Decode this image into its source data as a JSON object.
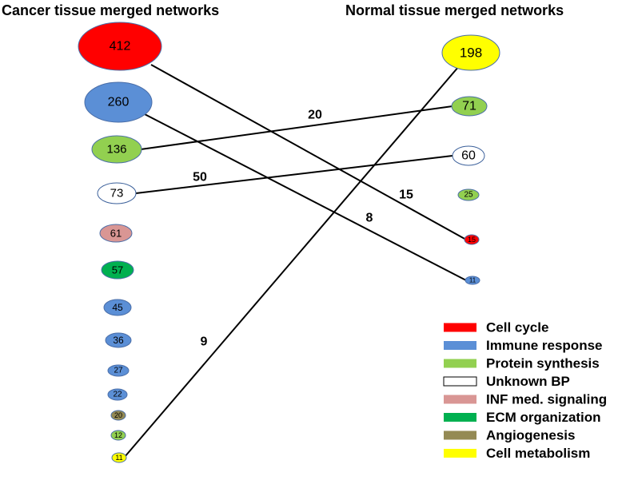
{
  "titles": {
    "cancer": "Cancer tissue merged networks",
    "normal": "Normal tissue merged networks"
  },
  "categories": [
    {
      "id": "cell_cycle",
      "label": "Cell cycle",
      "color": "#ff0000"
    },
    {
      "id": "immune",
      "label": "Immune response",
      "color": "#5b8fd6"
    },
    {
      "id": "protein",
      "label": "Protein synthesis",
      "color": "#92d050"
    },
    {
      "id": "unknown",
      "label": "Unknown BP",
      "color": "#ffffff"
    },
    {
      "id": "inf",
      "label": "INF med. signaling",
      "color": "#d99694"
    },
    {
      "id": "ecm",
      "label": "ECM organization",
      "color": "#00b050"
    },
    {
      "id": "angio",
      "label": "Angiogenesis",
      "color": "#948a54"
    },
    {
      "id": "metab",
      "label": "Cell metabolism",
      "color": "#ffff00"
    }
  ],
  "cancer_nodes": [
    {
      "id": "c412",
      "value": "412",
      "category": "cell_cycle"
    },
    {
      "id": "c260",
      "value": "260",
      "category": "immune"
    },
    {
      "id": "c136",
      "value": "136",
      "category": "protein"
    },
    {
      "id": "c73",
      "value": "73",
      "category": "unknown"
    },
    {
      "id": "c61",
      "value": "61",
      "category": "inf"
    },
    {
      "id": "c57",
      "value": "57",
      "category": "ecm"
    },
    {
      "id": "c45",
      "value": "45",
      "category": "immune"
    },
    {
      "id": "c36",
      "value": "36",
      "category": "immune"
    },
    {
      "id": "c27",
      "value": "27",
      "category": "immune"
    },
    {
      "id": "c22",
      "value": "22",
      "category": "immune"
    },
    {
      "id": "c20",
      "value": "20",
      "category": "angio"
    },
    {
      "id": "c12",
      "value": "12",
      "category": "protein"
    },
    {
      "id": "c11",
      "value": "11",
      "category": "metab"
    }
  ],
  "normal_nodes": [
    {
      "id": "n198",
      "value": "198",
      "category": "metab"
    },
    {
      "id": "n71",
      "value": "71",
      "category": "protein"
    },
    {
      "id": "n60",
      "value": "60",
      "category": "unknown"
    },
    {
      "id": "n25",
      "value": "25",
      "category": "protein"
    },
    {
      "id": "n15",
      "value": "15",
      "category": "cell_cycle"
    },
    {
      "id": "n11",
      "value": "11",
      "category": "immune"
    }
  ],
  "edges": [
    {
      "from": "c412",
      "to": "n15",
      "label": "15"
    },
    {
      "from": "c260",
      "to": "n11",
      "label": "8"
    },
    {
      "from": "c136",
      "to": "n71",
      "label": "20"
    },
    {
      "from": "c73",
      "to": "n60",
      "label": "50"
    },
    {
      "from": "c11",
      "to": "n198",
      "label": "9"
    }
  ]
}
